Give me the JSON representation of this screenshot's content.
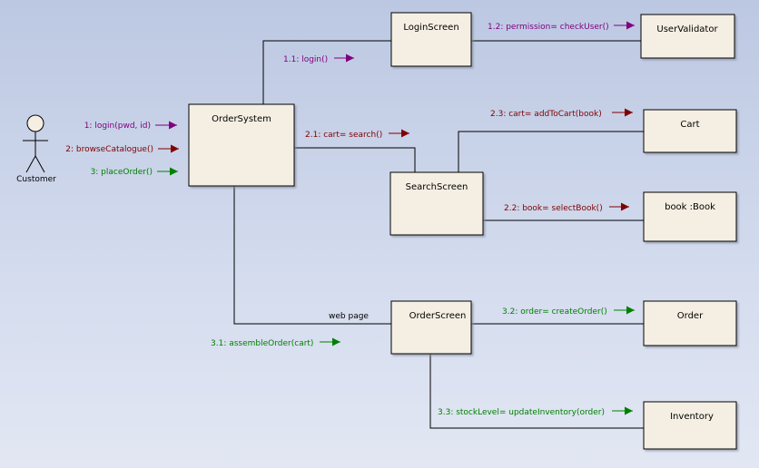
{
  "colors": {
    "purple": "#800080",
    "red": "#800000",
    "green": "#008000",
    "box_fill": "#f5efe3",
    "line": "#000000"
  },
  "actor": {
    "name": "Customer"
  },
  "objects": {
    "order_system": "OrderSystem",
    "login_screen": "LoginScreen",
    "user_validator": "UserValidator",
    "cart": "Cart",
    "search_screen": "SearchScreen",
    "book": "book :Book",
    "order_screen": "OrderScreen",
    "order": "Order",
    "inventory": "Inventory"
  },
  "connector_labels": {
    "web_page": "web page"
  },
  "messages": {
    "m1": "1: login(pwd, id)",
    "m2": "2: browseCatalogue()",
    "m3": "3: placeOrder()",
    "m1_1": "1.1: login()",
    "m1_2": "1.2:  permission= checkUser()",
    "m2_1": "2.1:  cart= search()",
    "m2_2": "2.2:  book= selectBook()",
    "m2_3": "2.3:  cart= addToCart(book)",
    "m3_1": "3.1: assembleOrder(cart)",
    "m3_2": "3.2:  order= createOrder()",
    "m3_3": "3.3:  stockLevel= updateInventory(order)"
  }
}
